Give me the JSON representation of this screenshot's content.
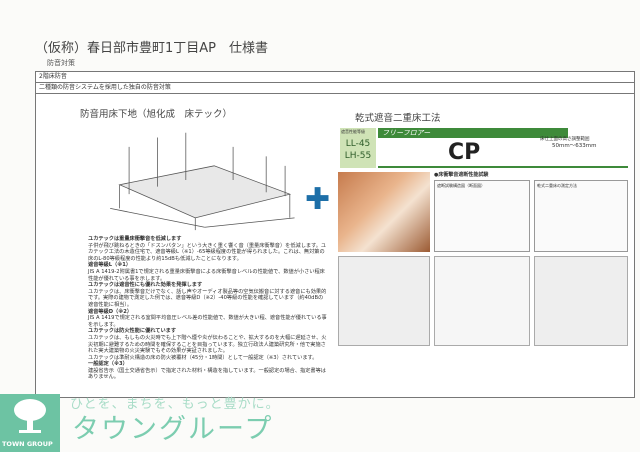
{
  "header": {
    "title": "（仮称）春日部市豊町1丁目AP　仕様書",
    "subtitle": "防音対策"
  },
  "table": {
    "row1": "2階床防音",
    "row2": "二種類の防音システムを採用した独自の防音対策"
  },
  "left": {
    "heading": "防音用床下地（旭化成　床テック）",
    "paragraphs": [
      {
        "h": true,
        "t": "ユカテックは重量床衝撃音を低減します"
      },
      {
        "h": false,
        "t": "子供が飛び跳ねるときの「ドスンバタン」という大きく重く響く音（重量床衝撃音）を低減します。ユカテック工法の木造住宅で、遮音等級L（※1）-65等級程度の性能が得られました。これは、無対策の床のL-80等級程度の性能より約15dBも低減したことになります。"
      },
      {
        "h": true,
        "t": "遮音等級L（※1）"
      },
      {
        "h": false,
        "t": "JIS A 1419-2附属書1で規定される重量床衝撃音による床衝撃音レベルの性能値で、数値が小さい程床性能が優れている事を示します。"
      },
      {
        "h": true,
        "t": "ユカテックは遮音性にも優れた効果を発揮します"
      },
      {
        "h": false,
        "t": "ユカテックは、床衝撃音だけでなく、話し声やオーディオ製品等の空気伝搬音に対する遮音にも効果的です。実際の建物で測定した例では、遮音等級D（※2）-40等級の性能を確認しています（約40dBの遮音性能に相当）。"
      },
      {
        "h": true,
        "t": "遮音等級D（※2）"
      },
      {
        "h": false,
        "t": "JIS A 1419で規定される室間平均音圧レベル差の性能値で、数値が大きい程、遮音性能が優れている事を示します。"
      },
      {
        "h": true,
        "t": "ユカテックは防火性能に優れています"
      },
      {
        "h": false,
        "t": "ユカテックは、もしもの火災時でも上下階へ煙や炎が伝わることや、拡大するのを大幅に遅延させ、火災初期に避難するための時間を確保することを目指っています。独立行政法人建築研究所・他で実施された実大建築物の火災実験でもその効果が実証されました。"
      },
      {
        "h": false,
        "t": "ユカテックは準耐火構造の床の防火被覆材（45分・1時間）として一般認定（※3）されています。"
      },
      {
        "h": true,
        "t": "一般認定（※3）"
      },
      {
        "h": false,
        "t": "建設省告示（国土交通省告示）で指定された材料・構造を指しています。一般認定の場合、指定書等はありません。"
      }
    ]
  },
  "right": {
    "heading": "乾式遮音二重床工法",
    "product_line": "フリーフロアー",
    "product": "CP",
    "ratings": [
      "LL-45",
      "LH-55"
    ],
    "rating_label": "遮音性能等級",
    "range_label": "床仕上面の高さ調整範囲",
    "range": "50mm〜633mm",
    "section1": "●床衝撃音遮断性能試験",
    "sub1": "遮断試験構造図（断面図）",
    "sub2": "乾式二重床の測定方法"
  },
  "plus_icon": "plus-icon",
  "brand": {
    "tagline": "ひとを、まちを、もっと豊かに。",
    "name": "タウングループ",
    "logo_text": "TOWN GROUP",
    "color": "#6dc3a3"
  }
}
